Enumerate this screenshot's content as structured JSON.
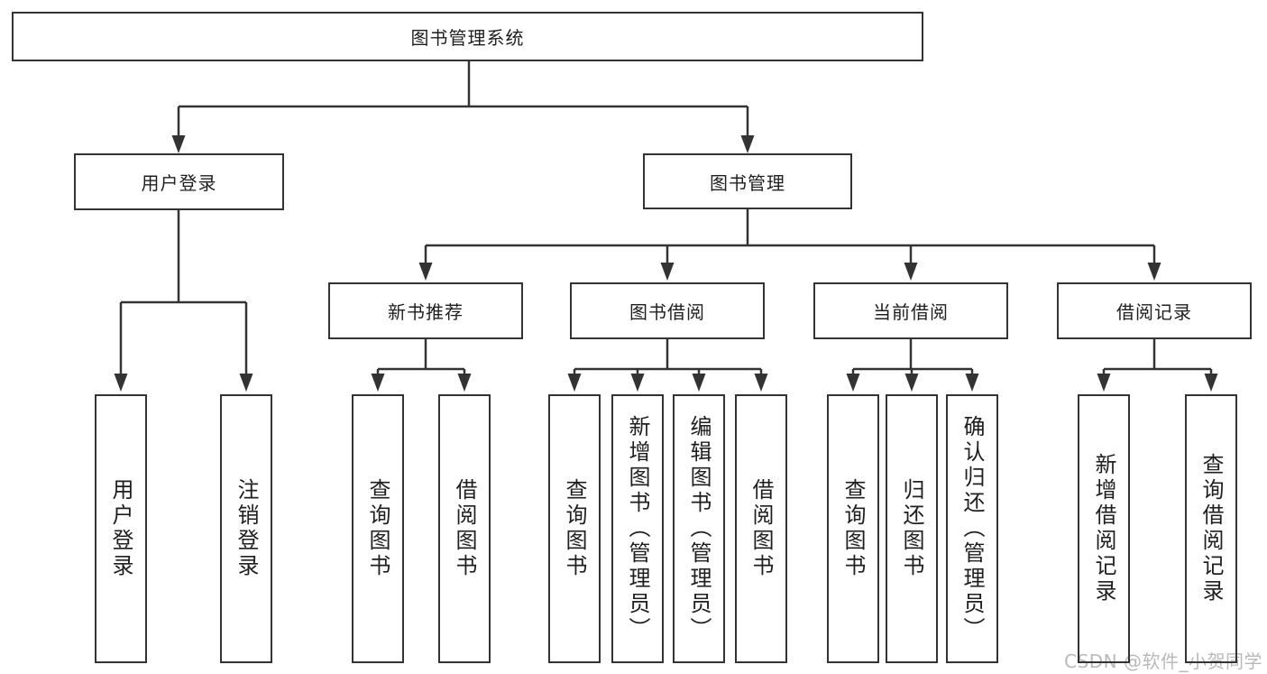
{
  "tree": {
    "root": {
      "label": "图书管理系统"
    },
    "user_login": {
      "label": "用户登录",
      "children": [
        {
          "label": "用户登录"
        },
        {
          "label": "注销登录"
        }
      ]
    },
    "book_mgmt": {
      "label": "图书管理",
      "sections": [
        {
          "label": "新书推荐",
          "children": [
            {
              "label": "查询图书"
            },
            {
              "label": "借阅图书"
            }
          ]
        },
        {
          "label": "图书借阅",
          "children": [
            {
              "label": "查询图书"
            },
            {
              "label": "新增图书（管理员）"
            },
            {
              "label": "编辑图书（管理员）"
            },
            {
              "label": "借阅图书"
            }
          ]
        },
        {
          "label": "当前借阅",
          "children": [
            {
              "label": "查询图书"
            },
            {
              "label": "归还图书"
            },
            {
              "label": "确认归还（管理员）"
            }
          ]
        },
        {
          "label": "借阅记录",
          "children": [
            {
              "label": "新增借阅记录"
            },
            {
              "label": "查询借阅记录"
            }
          ]
        }
      ]
    }
  },
  "watermark": {
    "text": "CSDN @软件_小贺同学"
  },
  "colors": {
    "line": "#333333",
    "box_border": "#333333",
    "text": "#1f1f1f",
    "watermark": "#b9b9b9",
    "background": "#ffffff"
  }
}
